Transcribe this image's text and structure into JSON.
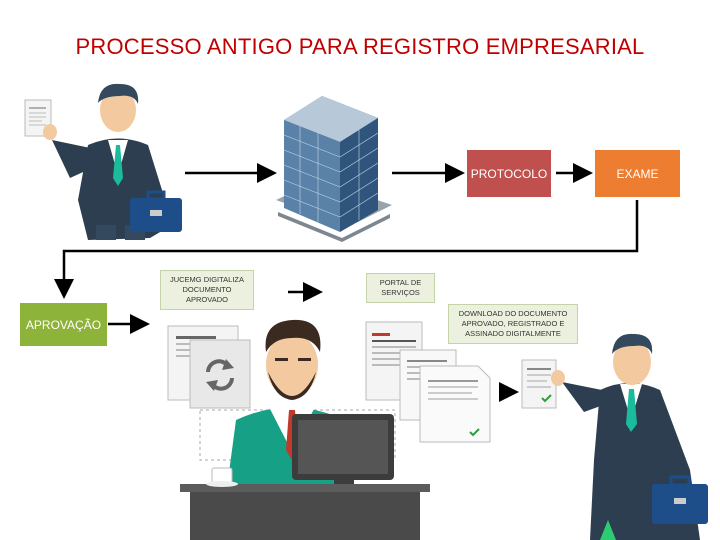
{
  "title": "PROCESSO ANTIGO PARA REGISTRO EMPRESARIAL",
  "steps": {
    "protocolo": "PROTOCOLO",
    "exame": "EXAME",
    "aprovacao": "APROVAÇÃO"
  },
  "notes": {
    "jucemg": "JUCEMG DIGITALIZA DOCUMENTO APROVADO",
    "portal": "PORTAL DE SERVIÇOS",
    "download": "DOWNLOAD DO DOCUMENTO APROVADO, REGISTRADO E ASSINADO DIGITALMENTE"
  },
  "colors": {
    "title": "#c00000",
    "protocolo": "#c0504d",
    "exame": "#ed7d31",
    "aprovacao": "#8db33a",
    "note_bg": "#ebf1de",
    "suit": "#2c3e50",
    "tie": "#1abc9c"
  },
  "icons": [
    "document-icon",
    "building-icon",
    "businessman-icon",
    "briefcase-icon",
    "monitor-icon",
    "sync-icon",
    "coffee-cup-icon"
  ]
}
